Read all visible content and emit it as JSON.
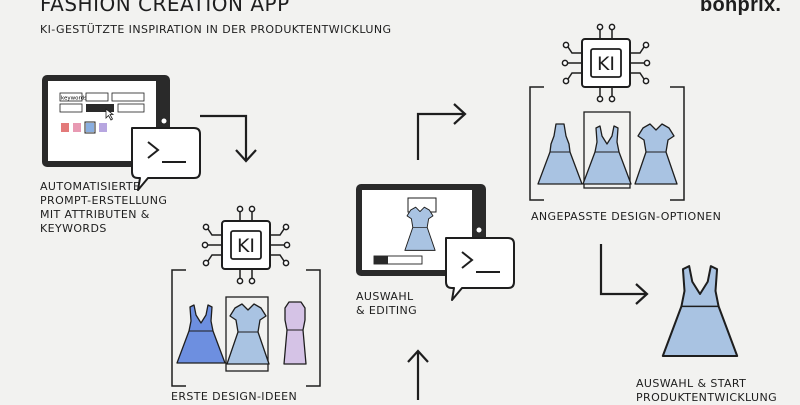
{
  "header": {
    "title": "FASHION CREATION APP",
    "subtitle": "KI-GESTÜTZTE INSPIRATION IN DER PRODUKTENTWICKLUNG",
    "brand": "bonprix."
  },
  "steps": {
    "prompt": {
      "caption_lines": [
        "AUTOMATISIERTE",
        "PROMPT-ERSTELLUNG",
        "MIT ATTRIBUTEN &",
        "KEYWORDS"
      ],
      "input_text": "keywords"
    },
    "first_ideas": {
      "chip_label": "KI",
      "caption": "ERSTE DESIGN-IDEEN"
    },
    "selection_editing": {
      "caption_lines": [
        "AUSWAHL",
        "& EDITING"
      ]
    },
    "adjusted_options": {
      "chip_label": "KI",
      "caption": "ANGEPASSTE DESIGN-OPTIONEN"
    },
    "final": {
      "caption_lines": [
        "AUSWAHL & START",
        "PRODUKTENTWICKLUNG"
      ]
    }
  },
  "colors": {
    "background": "#f2f2f0",
    "line": "#1e1e1e",
    "dress_blue": "#a9c3e2",
    "dress_royal": "#6d8fe0",
    "dress_lilac": "#d5c3e6",
    "swatch_red": "#e37a7a",
    "swatch_pink": "#e89ab3",
    "swatch_blue": "#8aaee0",
    "swatch_lilac": "#b7a6e0",
    "swatch_green": "#7fbfa5"
  }
}
